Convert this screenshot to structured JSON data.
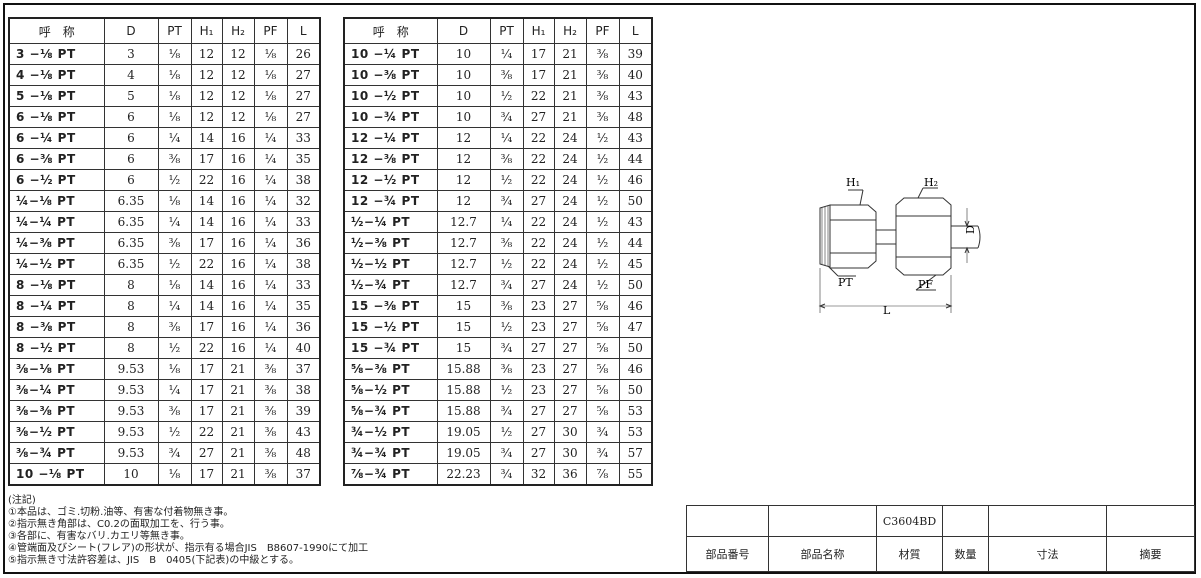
{
  "headers": [
    "呼　称",
    "D",
    "PT",
    "H₁",
    "H₂",
    "PF",
    "L"
  ],
  "left_rows": [
    [
      "3 −⅛ PT",
      "3",
      "⅛",
      "12",
      "12",
      "⅛",
      "26"
    ],
    [
      "4 −⅛ PT",
      "4",
      "⅛",
      "12",
      "12",
      "⅛",
      "27"
    ],
    [
      "5 −⅛ PT",
      "5",
      "⅛",
      "12",
      "12",
      "⅛",
      "27"
    ],
    [
      "6 −⅛ PT",
      "6",
      "⅛",
      "12",
      "12",
      "⅛",
      "27"
    ],
    [
      "6 −¼ PT",
      "6",
      "¼",
      "14",
      "16",
      "¼",
      "33"
    ],
    [
      "6 −⅜ PT",
      "6",
      "⅜",
      "17",
      "16",
      "¼",
      "35"
    ],
    [
      "6 −½ PT",
      "6",
      "½",
      "22",
      "16",
      "¼",
      "38"
    ],
    [
      "¼−⅛ PT",
      "6.35",
      "⅛",
      "14",
      "16",
      "¼",
      "32"
    ],
    [
      "¼−¼ PT",
      "6.35",
      "¼",
      "14",
      "16",
      "¼",
      "33"
    ],
    [
      "¼−⅜ PT",
      "6.35",
      "⅜",
      "17",
      "16",
      "¼",
      "36"
    ],
    [
      "¼−½ PT",
      "6.35",
      "½",
      "22",
      "16",
      "¼",
      "38"
    ],
    [
      "8 −⅛ PT",
      "8",
      "⅛",
      "14",
      "16",
      "¼",
      "33"
    ],
    [
      "8 −¼ PT",
      "8",
      "¼",
      "14",
      "16",
      "¼",
      "35"
    ],
    [
      "8 −⅜ PT",
      "8",
      "⅜",
      "17",
      "16",
      "¼",
      "36"
    ],
    [
      "8 −½ PT",
      "8",
      "½",
      "22",
      "16",
      "¼",
      "40"
    ],
    [
      "⅜−⅛ PT",
      "9.53",
      "⅛",
      "17",
      "21",
      "⅜",
      "37"
    ],
    [
      "⅜−¼ PT",
      "9.53",
      "¼",
      "17",
      "21",
      "⅜",
      "38"
    ],
    [
      "⅜−⅜ PT",
      "9.53",
      "⅜",
      "17",
      "21",
      "⅜",
      "39"
    ],
    [
      "⅜−½ PT",
      "9.53",
      "½",
      "22",
      "21",
      "⅜",
      "43"
    ],
    [
      "⅜−¾ PT",
      "9.53",
      "¾",
      "27",
      "21",
      "⅜",
      "48"
    ],
    [
      "10 −⅛ PT",
      "10",
      "⅛",
      "17",
      "21",
      "⅜",
      "37"
    ]
  ],
  "right_rows": [
    [
      "10 −¼ PT",
      "10",
      "¼",
      "17",
      "21",
      "⅜",
      "39"
    ],
    [
      "10 −⅜ PT",
      "10",
      "⅜",
      "17",
      "21",
      "⅜",
      "40"
    ],
    [
      "10 −½ PT",
      "10",
      "½",
      "22",
      "21",
      "⅜",
      "43"
    ],
    [
      "10 −¾ PT",
      "10",
      "¾",
      "27",
      "21",
      "⅜",
      "48"
    ],
    [
      "12 −¼ PT",
      "12",
      "¼",
      "22",
      "24",
      "½",
      "43"
    ],
    [
      "12 −⅜ PT",
      "12",
      "⅜",
      "22",
      "24",
      "½",
      "44"
    ],
    [
      "12 −½ PT",
      "12",
      "½",
      "22",
      "24",
      "½",
      "46"
    ],
    [
      "12 −¾ PT",
      "12",
      "¾",
      "27",
      "24",
      "½",
      "50"
    ],
    [
      "½−¼ PT",
      "12.7",
      "¼",
      "22",
      "24",
      "½",
      "43"
    ],
    [
      "½−⅜ PT",
      "12.7",
      "⅜",
      "22",
      "24",
      "½",
      "44"
    ],
    [
      "½−½ PT",
      "12.7",
      "½",
      "22",
      "24",
      "½",
      "45"
    ],
    [
      "½−¾ PT",
      "12.7",
      "¾",
      "27",
      "24",
      "½",
      "50"
    ],
    [
      "15 −⅜ PT",
      "15",
      "⅜",
      "23",
      "27",
      "⅝",
      "46"
    ],
    [
      "15 −½ PT",
      "15",
      "½",
      "23",
      "27",
      "⅝",
      "47"
    ],
    [
      "15 −¾ PT",
      "15",
      "¾",
      "27",
      "27",
      "⅝",
      "50"
    ],
    [
      "⅝−⅜ PT",
      "15.88",
      "⅜",
      "23",
      "27",
      "⅝",
      "46"
    ],
    [
      "⅝−½ PT",
      "15.88",
      "½",
      "23",
      "27",
      "⅝",
      "50"
    ],
    [
      "⅝−¾ PT",
      "15.88",
      "¾",
      "27",
      "27",
      "⅝",
      "53"
    ],
    [
      "¾−½ PT",
      "19.05",
      "½",
      "27",
      "30",
      "¾",
      "53"
    ],
    [
      "¾−¾ PT",
      "19.05",
      "¾",
      "27",
      "30",
      "¾",
      "57"
    ],
    [
      "⅞−¾ PT",
      "22.23",
      "¾",
      "32",
      "36",
      "⅞",
      "55"
    ]
  ],
  "drawing": {
    "h1": "H₁",
    "h2": "H₂",
    "d": "D",
    "pt": "PT",
    "pf": "PF",
    "l": "L"
  },
  "notes": {
    "title": "(注記)",
    "lines": [
      "①本品は、ゴミ.切粉.油等、有害な付着物無き事。",
      "②指示無き角部は、C0.2の面取加工を、行う事。",
      "③各部に、有害なバリ.カエリ等無き事。",
      "④管端面及びシート(フレア)の形状が、指示有る場合JIS　B8607-1990にて加工",
      "⑤指示無き寸法許容差は、JIS　B　0405(下記表)の中級とする。"
    ]
  },
  "title_block": {
    "part_code": "C3604BD",
    "labels": [
      "部品番号",
      "部品名称",
      "材質",
      "数量",
      "寸法",
      "摘要"
    ]
  }
}
